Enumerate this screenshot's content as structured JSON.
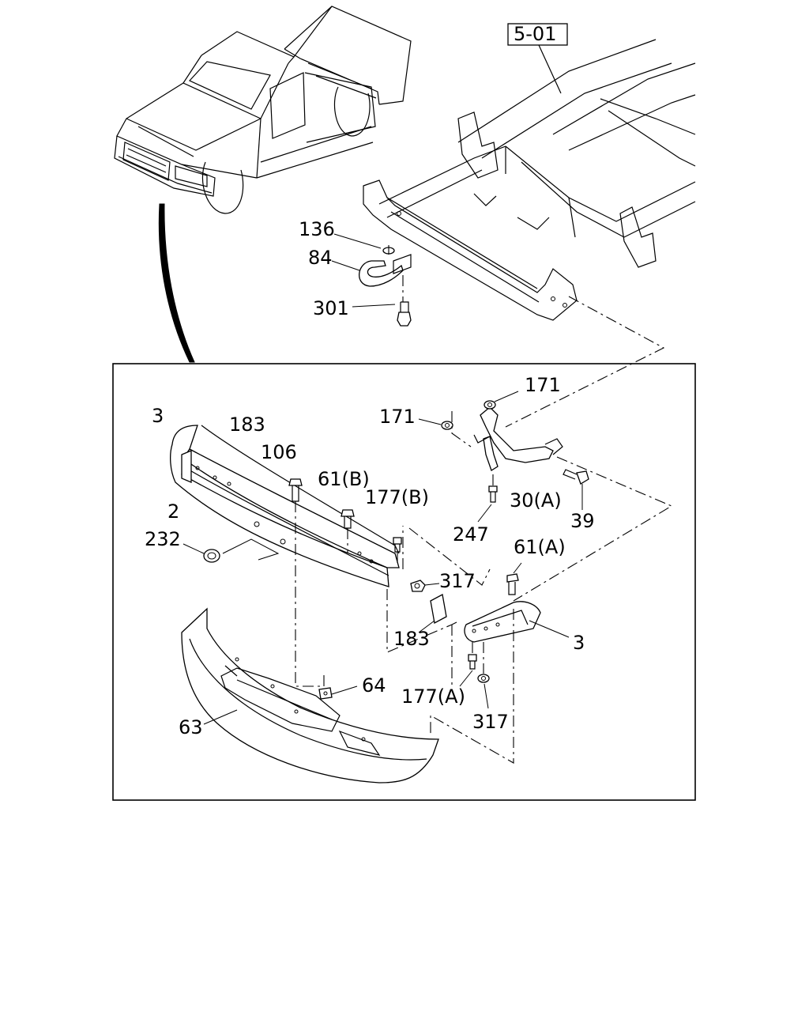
{
  "section_ref": "5-01",
  "labels": {
    "l136": "136",
    "l84": "84",
    "l301": "301",
    "l171a": "171",
    "l171b": "171",
    "l3a": "3",
    "l183a": "183",
    "l106": "106",
    "l61b": "61(B)",
    "l177b": "177(B)",
    "l2": "2",
    "l232": "232",
    "l317a": "317",
    "l30a": "30(A)",
    "l39": "39",
    "l247": "247",
    "l61a": "61(A)",
    "l183b": "183",
    "l3b": "3",
    "l64": "64",
    "l177a": "177(A)",
    "l63": "63",
    "l317b": "317"
  }
}
